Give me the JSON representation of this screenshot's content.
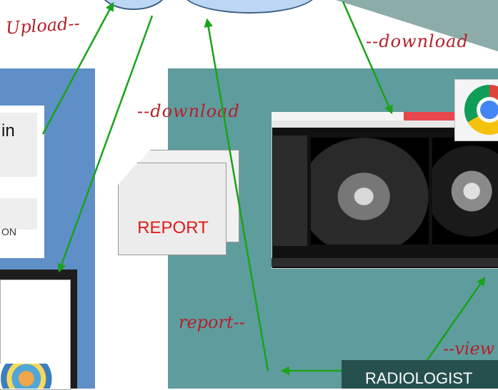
{
  "labels": {
    "upload": "Upload--",
    "download_right": "--download",
    "download_mid": "--download",
    "report_arrow": "report--",
    "view": "--view"
  },
  "left_panel": {
    "text_in": "in",
    "text_on": "ON"
  },
  "report_doc": {
    "text": "REPORT"
  },
  "radiologist": {
    "text": "RADIOLOGIST"
  },
  "icons": {
    "browser": "chrome-icon",
    "cloud": "cloud-icon",
    "document": "document-icon"
  },
  "colors": {
    "arrow": "#1aa31a",
    "label": "#b3202a",
    "left_panel": "#5f8fc7",
    "right_panel": "#5f9c9e",
    "report_text": "#e01b1b"
  }
}
